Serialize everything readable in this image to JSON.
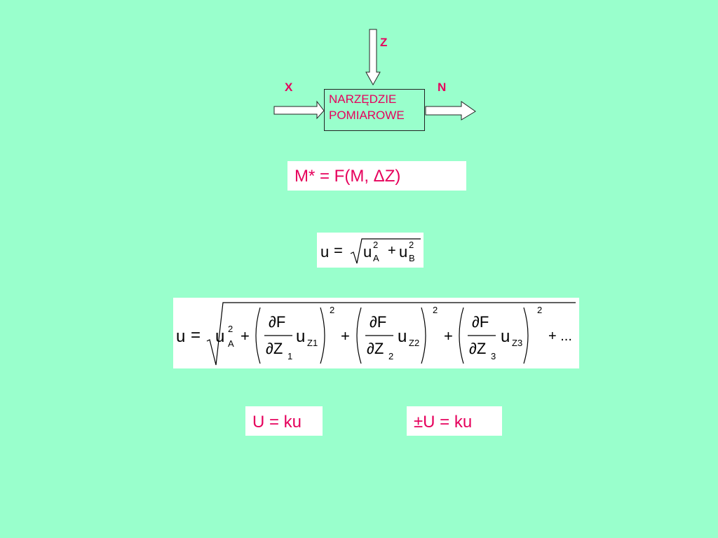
{
  "diagram": {
    "input_z": "Z",
    "input_x": "X",
    "output_n": "N",
    "box_line1": "NARZĘDZIE",
    "box_line2": "POMIAROWE"
  },
  "formulas": {
    "model": "M* = F(M, ΔZ)",
    "expanded_u": "U = ku",
    "pm_u": "±U = ku"
  },
  "eq1": {
    "lhs": "u",
    "eq": "=",
    "t1": "u",
    "t1_sup": "2",
    "t1_sub": "A",
    "plus": "+",
    "t2": "u",
    "t2_sup": "2",
    "t2_sub": "B"
  },
  "eq2": {
    "lhs": "u",
    "eq": "=",
    "t0": "u",
    "t0_sup": "2",
    "t0_sub": "A",
    "plus": "+",
    "num": "∂F",
    "den_partial": "∂Z",
    "den_sub1": "1",
    "den_sub2": "2",
    "den_sub3": "3",
    "u": "u",
    "usub1": "Z1",
    "usub2": "Z2",
    "usub3": "Z3",
    "exp": "2",
    "tail": "+ ..."
  },
  "colors": {
    "background": "#99ffcc",
    "accent": "#e6005c"
  }
}
